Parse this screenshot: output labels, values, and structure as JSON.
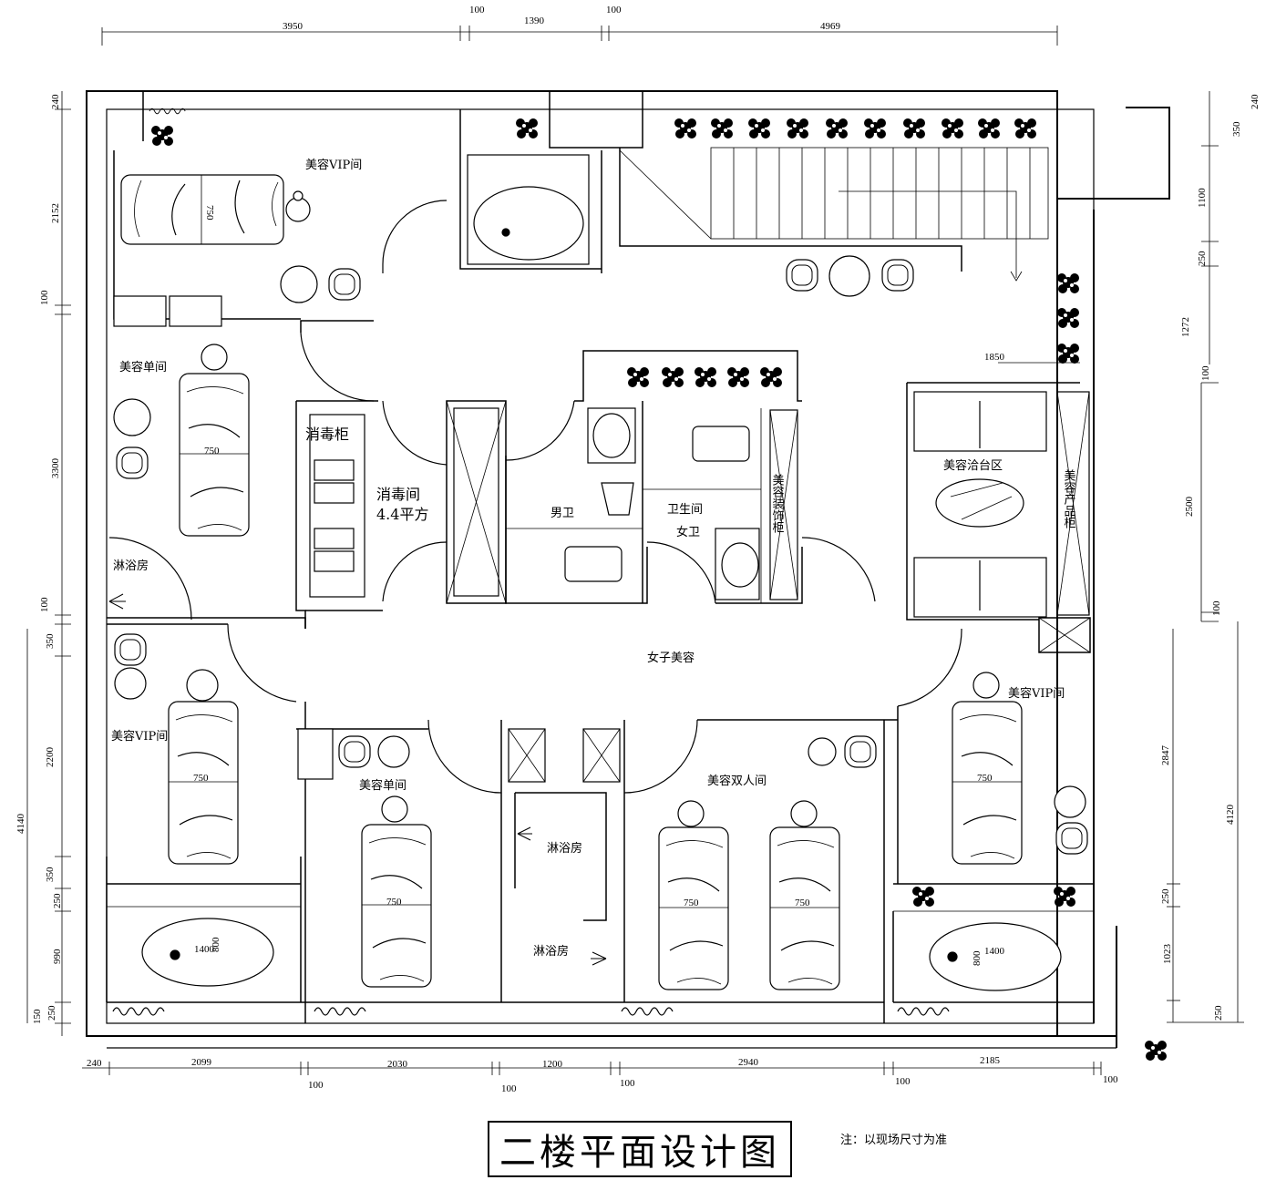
{
  "title": "二楼平面设计图",
  "note": "注：以现场尺寸为准",
  "rooms": {
    "vip_top": "美容VIP间",
    "single_top": "美容单间",
    "shower_left": "淋浴房",
    "disinfect_cabinet": "消毒柜",
    "disinfect_room": "消毒间",
    "disinfect_area": "4.4平方",
    "male_wc": "男卫",
    "restroom": "卫生间",
    "female_wc": "女卫",
    "decor_cabinet": "美容装饰柜",
    "consult": "美容洽台区",
    "product_cabinet": "美容产品柜",
    "hall": "女子美容",
    "vip_left": "美容VIP间",
    "single_bottom": "美容单间",
    "shower_mid1": "淋浴房",
    "shower_mid2": "淋浴房",
    "double": "美容双人间",
    "vip_right": "美容VIP间"
  },
  "dims": {
    "top": [
      "3950",
      "100",
      "1390",
      "100",
      "4969"
    ],
    "bottom": [
      "240",
      "2099",
      "100",
      "2030",
      "100",
      "1200",
      "100",
      "2940",
      "100",
      "2185",
      "100"
    ],
    "left": [
      "240",
      "2152",
      "100",
      "3300",
      "100",
      "4140",
      "350",
      "2200",
      "350",
      "250",
      "990",
      "150",
      "250"
    ],
    "right": [
      "240",
      "350",
      "1100",
      "250",
      "1272",
      "100",
      "2500",
      "100",
      "2847",
      "4120",
      "250",
      "1023",
      "250"
    ],
    "bed": "750",
    "tub": "1400",
    "tub_w": "800",
    "consult_w": "1850"
  }
}
